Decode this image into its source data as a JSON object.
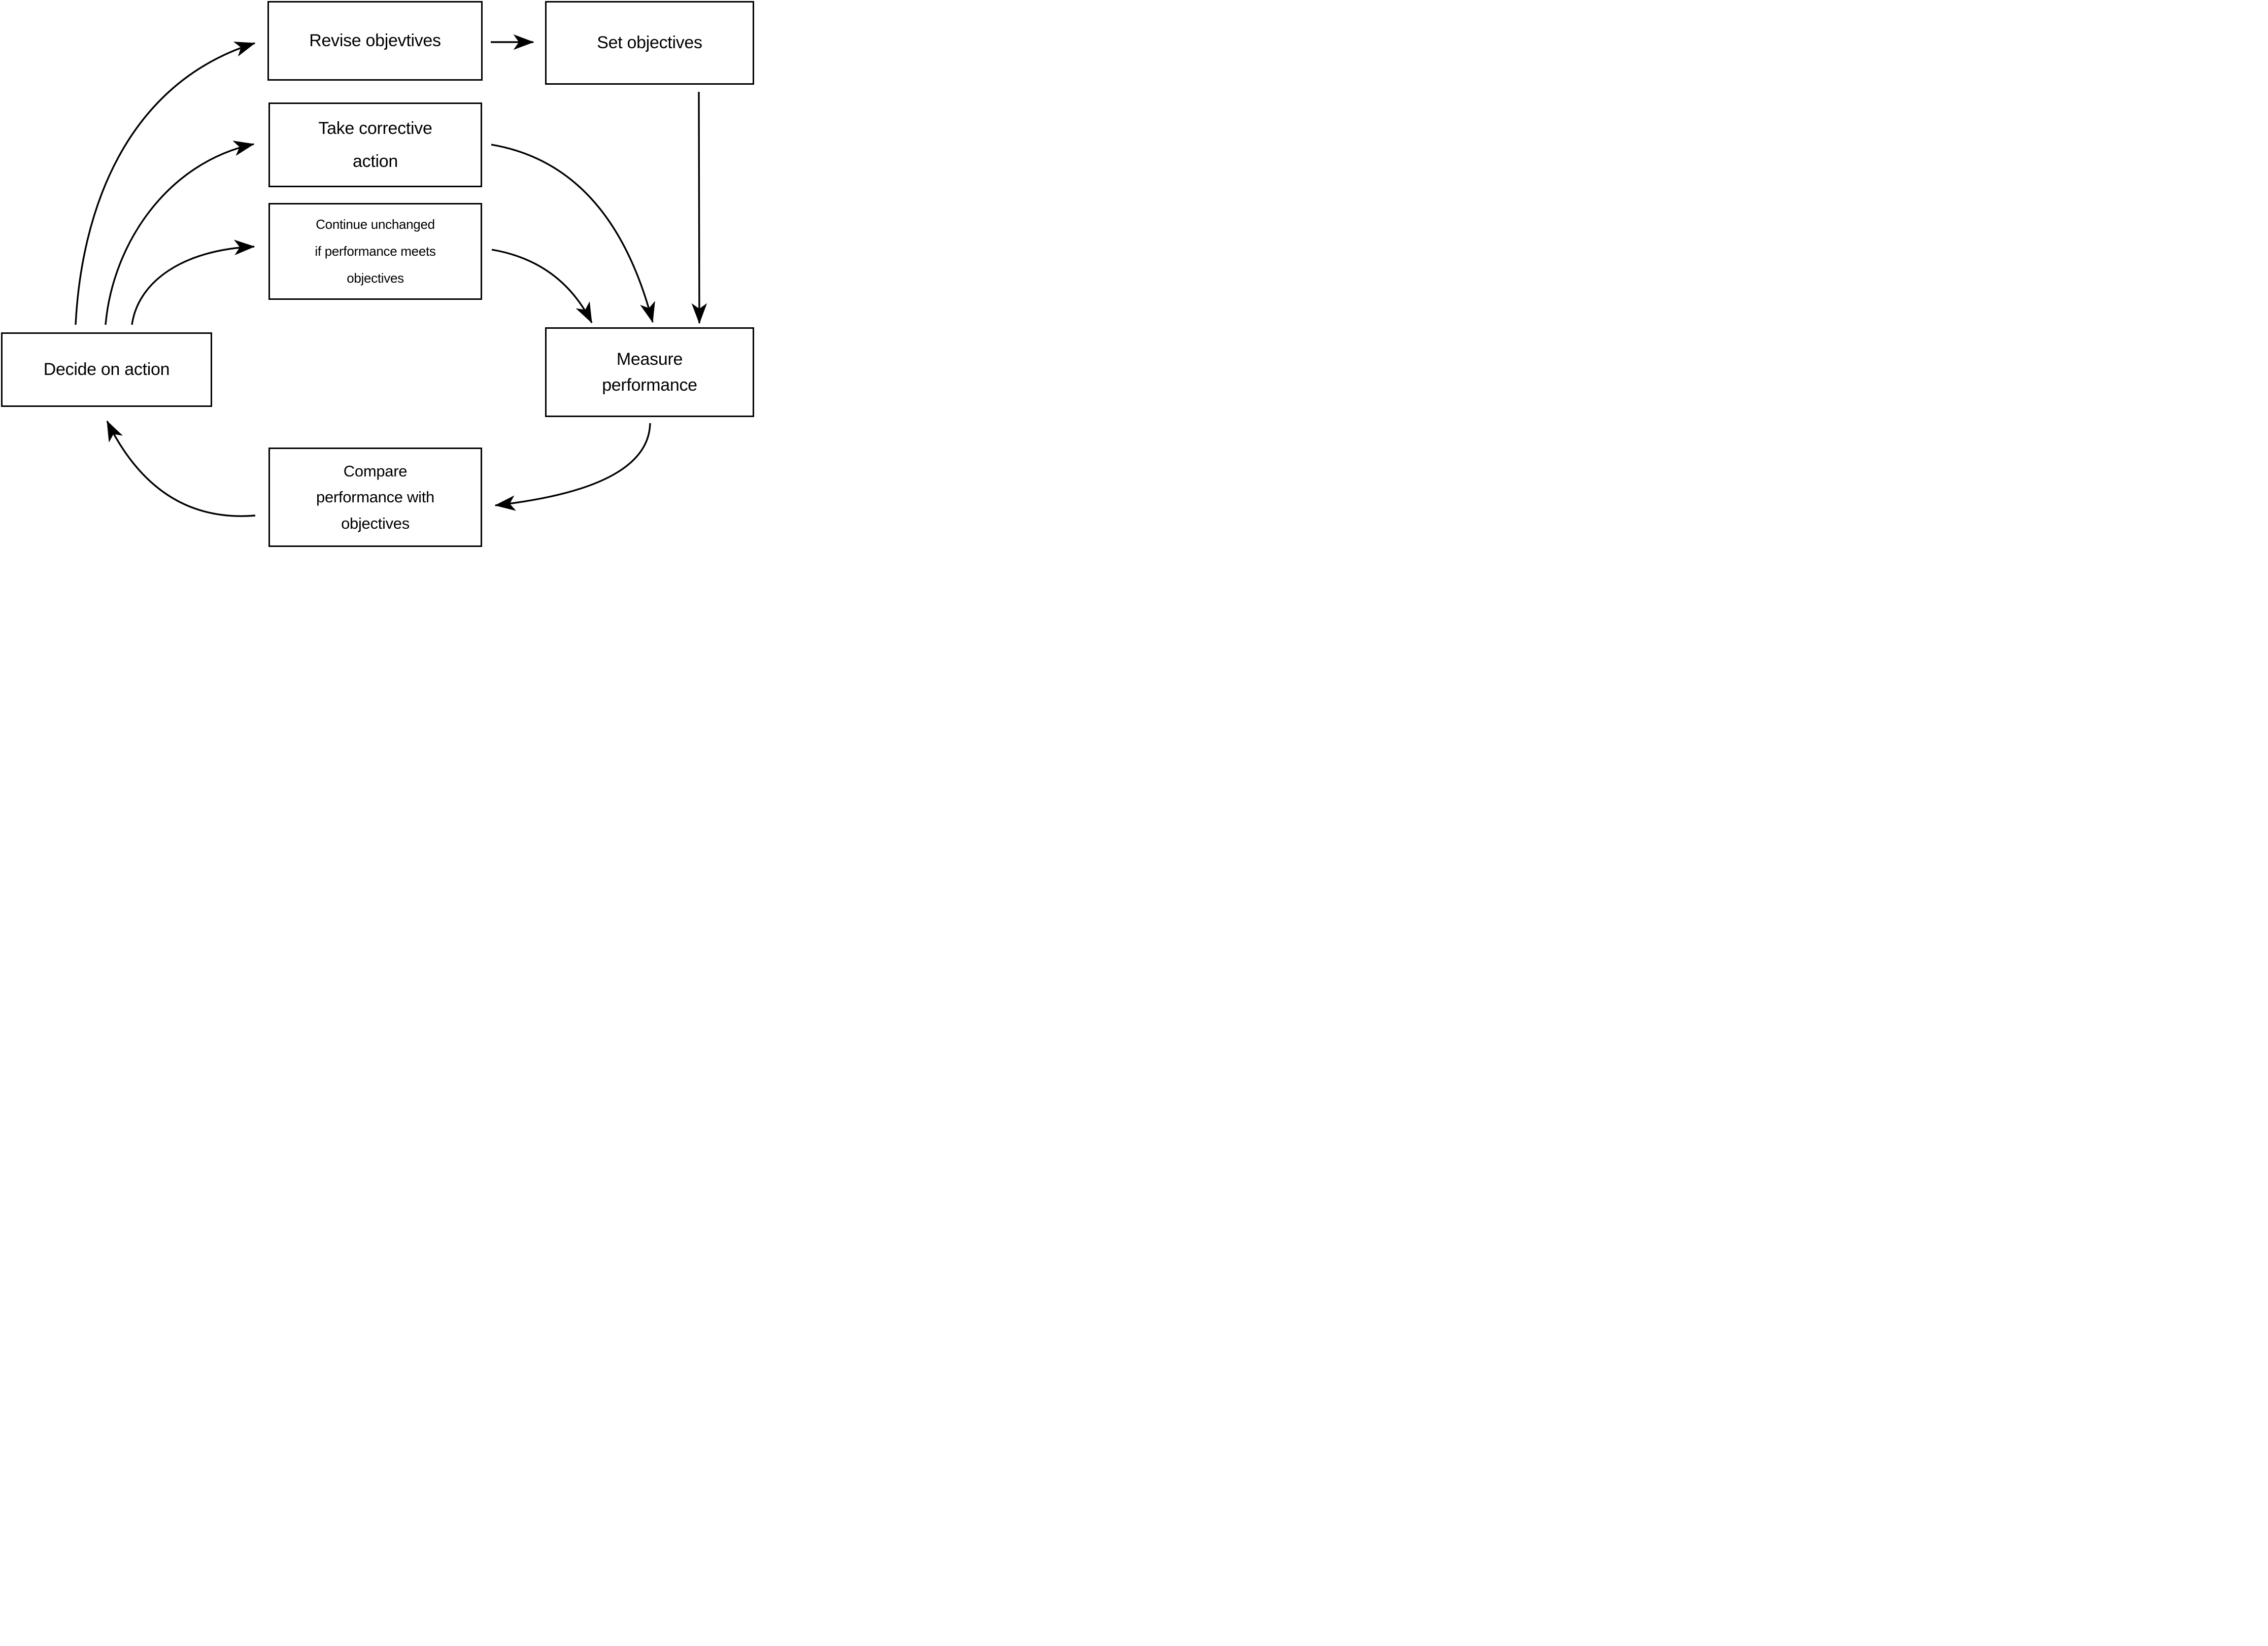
{
  "diagram": {
    "type": "flowchart",
    "background_color": "#ffffff",
    "line_color": "#000000",
    "text_color": "#000000",
    "boxes": {
      "revise": {
        "label": "Revise objevtives",
        "lines": [
          "Revise objevtives"
        ]
      },
      "set": {
        "label": "Set objectives",
        "lines": [
          "Set objectives"
        ]
      },
      "take_corrective": {
        "label": "Take corrective action",
        "lines": [
          "Take corrective",
          "action"
        ]
      },
      "continue_unchanged": {
        "label": "Continue unchanged if performance meets objectives",
        "lines": [
          "Continue unchanged",
          "if performance meets",
          "objectives"
        ]
      },
      "decide": {
        "label": "Decide on action",
        "lines": [
          "Decide on action"
        ]
      },
      "measure": {
        "label": "Measure performance",
        "lines": [
          "Measure",
          "performance"
        ]
      },
      "compare": {
        "label": "Compare performance with objectives",
        "lines": [
          "Compare",
          "performance with",
          "objectives"
        ]
      }
    },
    "arrows": [
      {
        "from": "revise",
        "to": "set",
        "style": "straight-horizontal"
      },
      {
        "from": "set",
        "to": "measure",
        "style": "straight-vertical"
      },
      {
        "from": "take_corrective",
        "to": "measure",
        "style": "curved"
      },
      {
        "from": "continue_unchanged",
        "to": "measure",
        "style": "curved"
      },
      {
        "from": "measure",
        "to": "compare",
        "style": "curved"
      },
      {
        "from": "compare",
        "to": "decide",
        "style": "curved"
      },
      {
        "from": "decide",
        "to": "revise",
        "style": "curved"
      },
      {
        "from": "decide",
        "to": "take_corrective",
        "style": "curved"
      },
      {
        "from": "decide",
        "to": "continue_unchanged",
        "style": "curved"
      }
    ]
  }
}
